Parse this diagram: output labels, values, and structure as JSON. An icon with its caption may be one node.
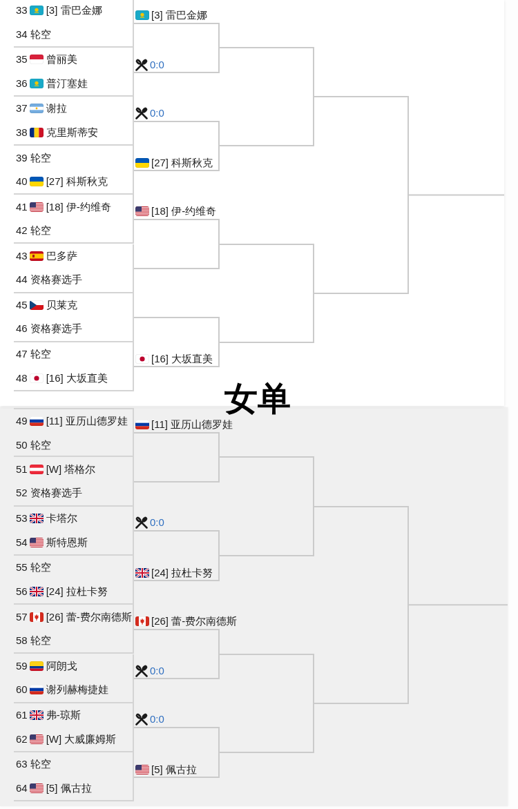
{
  "diagram": {
    "title": "女单",
    "nodes": [
      {
        "text": [
          "33",
          "[3] 雷巴金娜",
          "34",
          "轮空"
        ]
      },
      {
        "text": [
          "35",
          "曾丽美",
          "36",
          "普汀塞娃"
        ]
      },
      {
        "text": [
          "37",
          "谢拉",
          "38",
          "克里斯蒂安"
        ]
      },
      {
        "text": [
          "39",
          "轮空",
          "40",
          "[27] 科斯秋克"
        ]
      },
      {
        "text": [
          "41",
          "[18] 伊-约维奇",
          "42",
          "轮空"
        ]
      },
      {
        "text": [
          "43",
          "巴多萨",
          "44",
          "资格赛选手"
        ]
      },
      {
        "text": [
          "45",
          "贝莱克",
          "46",
          "资格赛选手"
        ]
      },
      {
        "text": [
          "47",
          "轮空",
          "48",
          "[16] 大坂直美"
        ]
      },
      {
        "text": [
          "[3] 雷巴金娜",
          "0:0"
        ]
      },
      {
        "text": [
          "0:0",
          "[27] 科斯秋克"
        ]
      },
      {
        "text": [
          "[18] 伊-约维奇"
        ]
      },
      {
        "text": [
          "[16] 大坂直美"
        ]
      },
      {
        "text": [],
        "shape": "bracket"
      },
      {
        "text": [],
        "shape": "bracket"
      },
      {
        "text": [],
        "shape": "bracket"
      },
      {
        "text": [
          "49",
          "[11] 亚历山德罗娃",
          "50",
          "轮空"
        ]
      },
      {
        "text": [
          "51",
          "[W] 塔格尔",
          "52",
          "资格赛选手"
        ]
      },
      {
        "text": [
          "53",
          "卡塔尔",
          "54",
          "斯特恩斯"
        ]
      },
      {
        "text": [
          "55",
          "轮空",
          "56",
          "[24] 拉杜卡努"
        ]
      },
      {
        "text": [
          "57",
          "[26] 蕾-费尔南德斯",
          "58",
          "轮空"
        ]
      },
      {
        "text": [
          "59",
          "阿朗戈",
          "60",
          "谢列赫梅捷娃"
        ]
      },
      {
        "text": [
          "61",
          "弗-琼斯",
          "62",
          "[W] 大威廉姆斯"
        ]
      },
      {
        "text": [
          "63",
          "轮空",
          "64",
          "[5] 佩古拉"
        ]
      },
      {
        "text": [
          "[11] 亚历山德罗娃"
        ]
      },
      {
        "text": [
          "0:0",
          "[24] 拉杜卡努"
        ]
      },
      {
        "text": [
          "[26] 蕾-费尔南德斯",
          "0:0"
        ]
      },
      {
        "text": [
          "0:0",
          "[5] 佩古拉"
        ]
      },
      {
        "text": [],
        "shape": "bracket"
      },
      {
        "text": [],
        "shape": "bracket"
      },
      {
        "text": [],
        "shape": "bracket"
      }
    ],
    "edges": [
      {
        "from": 14,
        "to": null,
        "arrow": "none"
      },
      {
        "from": 29,
        "to": null,
        "arrow": "none"
      }
    ]
  }
}
